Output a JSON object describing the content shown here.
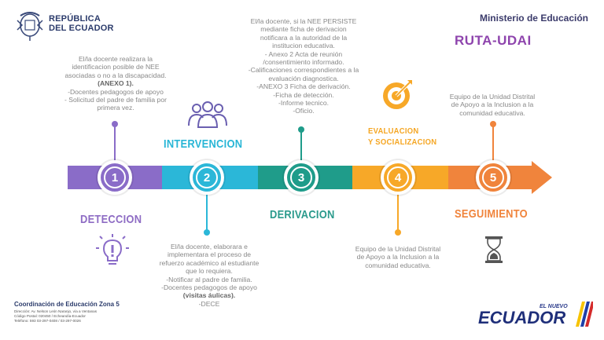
{
  "header": {
    "republic_line1": "REPÚBLICA",
    "republic_line2": "DEL ECUADOR",
    "ministry": "Ministerio de Educación",
    "ruta": "RUTA-UDAI"
  },
  "stages": [
    {
      "number": "1",
      "title": "DETECCION",
      "color": "#8a6cc8",
      "icon": "lightbulb-icon",
      "desc": [
        "El/la docente realizara la",
        "identificacion posible de NEE",
        "asociadas o no a la discapacidad.",
        "(ANEXO 1).",
        "-Docentes pedagogos de apoyo",
        "- Solicitud del padre de familia por",
        "primera vez."
      ]
    },
    {
      "number": "2",
      "title": "INTERVENCION",
      "color": "#2bb7d8",
      "icon": "group-users-icon",
      "desc": [
        "El/la docente, elaborara e",
        "implementara el proceso de",
        "refuerzo académico al estudiante",
        "que lo requiera.",
        "-Notificar al padre de familia.",
        "-Docentes pedagogos de apoyo",
        "(visitas áulicas).",
        "-DECE"
      ]
    },
    {
      "number": "3",
      "title": "DERIVACION",
      "color": "#1f9c8a",
      "icon": "",
      "desc": [
        "El/la docente, si la NEE PERSISTE",
        "mediante ficha de derivacion",
        "notificara  a la autoridad de la",
        "institucion educativa.",
        "- Anexo 2 Acta de reunión",
        "/consentimiento informado.",
        "-Calificaciones correspondientes a la",
        "evaluación diagnostica.",
        "-ANEXO 3 Ficha de derivación.",
        "-Ficha de detección.",
        "-Informe tecnico.",
        "-Oficio."
      ]
    },
    {
      "number": "4",
      "title_line1": "EVALUACION",
      "title_line2": "Y SOCIALIZACION",
      "color": "#f7a828",
      "icon": "target-icon",
      "desc": [
        "Equipo de la Unidad Distrital",
        "de Apoyo a la Inclusion a la",
        "comunidad educativa."
      ]
    },
    {
      "number": "5",
      "title": "SEGUIMIENTO",
      "color": "#f0843c",
      "icon": "hourglass-icon",
      "desc": [
        "Equipo de la Unidad Distrital",
        "de Apoyo a la Inclusion a la",
        "comunidad educativa."
      ]
    }
  ],
  "footer": {
    "title": "Coordinación de Educación Zona 5",
    "line1": "Dirección: Av. Nelson León Naranjo, vía a Ventanas",
    "line2": "Código Postal: 020450 / Echeandía-Ecuador",
    "line3": "Teléfono: 593 03-297-0408 / 03-297-0026",
    "logo_small": "EL NUEVO",
    "logo_big": "ECUADOR"
  }
}
